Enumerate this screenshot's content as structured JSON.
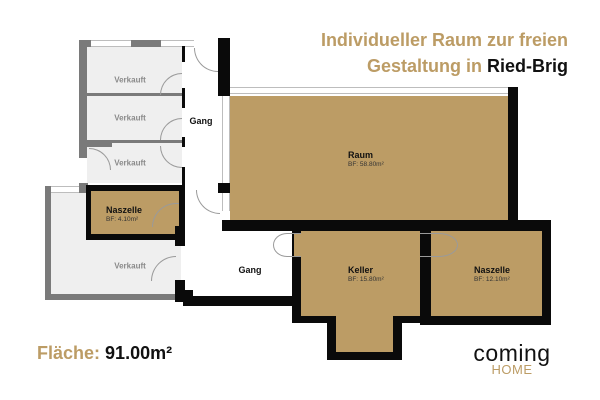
{
  "header": {
    "title_line1": "Individueller Raum zur freien",
    "title_line2_prefix": "Gestaltung in ",
    "title_line2_location": "Ried-Brig"
  },
  "summary": {
    "area_label": "Fläche:",
    "area_value": "91.00m²"
  },
  "logo": {
    "top": "coming",
    "bottom": "HOME"
  },
  "colors": {
    "accent_gold": "#bc9c65",
    "wall": "#0a0a0a",
    "sold_wall": "#7a7a7a",
    "sold_fill": "#efefef"
  },
  "floorplan": {
    "sold_units": [
      {
        "label": "Verkauft"
      },
      {
        "label": "Verkauft"
      },
      {
        "label": "Verkauft"
      },
      {
        "label": "Verkauft"
      }
    ],
    "corridors": [
      {
        "label": "Gang"
      },
      {
        "label": "Gang"
      }
    ],
    "rooms": [
      {
        "name": "Raum",
        "bf": "BF: 58.80m²"
      },
      {
        "name": "Naszelle",
        "bf": "BF: 4.10m²"
      },
      {
        "name": "Keller",
        "bf": "BF: 15.80m²"
      },
      {
        "name": "Naszelle",
        "bf": "BF: 12.10m²"
      }
    ]
  }
}
